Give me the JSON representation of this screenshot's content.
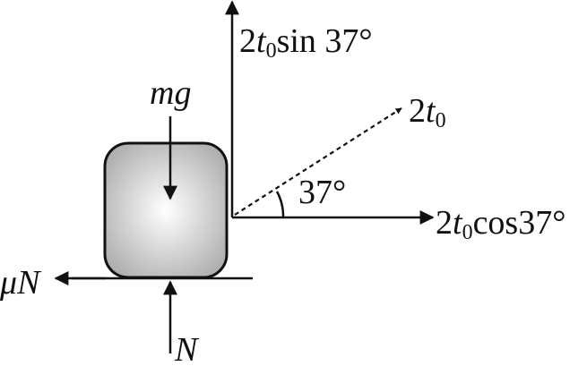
{
  "labels": {
    "mg": "mg",
    "vertical_coef": "2",
    "vertical_var": "t",
    "vertical_sub": "0",
    "vertical_func": "sin 37°",
    "diag_coef": "2",
    "diag_var": "t",
    "diag_sub": "0",
    "horiz_coef": "2",
    "horiz_var": "t",
    "horiz_sub": "0",
    "horiz_func": "cos37°",
    "angle": "37°",
    "friction": "μN",
    "normal": "N"
  },
  "colors": {
    "stroke": "#111111",
    "block_light": "#ffffff",
    "block_dark": "#a9a9a9"
  }
}
